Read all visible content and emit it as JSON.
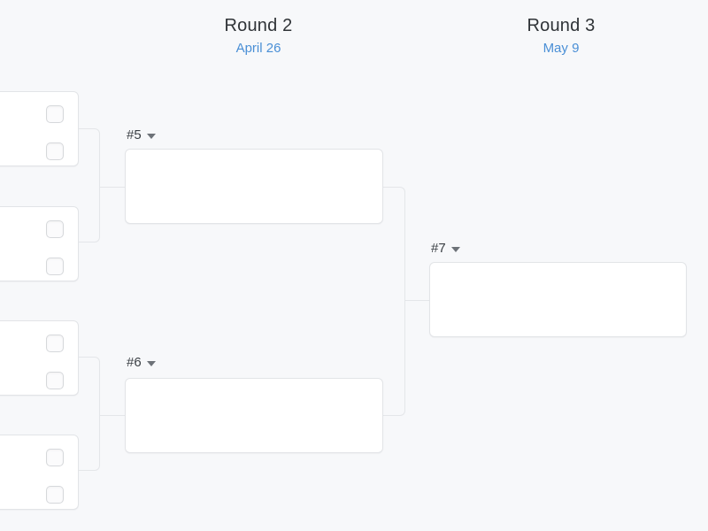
{
  "background_color": "#f7f8fa",
  "accent_color": "#4a8fd6",
  "box_border_color": "#e2e4e7",
  "connector_color": "#e4e6e9",
  "rounds": [
    {
      "id": "round2",
      "title": "Round 2",
      "date": "April 26"
    },
    {
      "id": "round3",
      "title": "Round 3",
      "date": "May 9"
    }
  ],
  "matches": {
    "round1": [
      {
        "id": "r1-1",
        "slots": [
          "",
          ""
        ]
      },
      {
        "id": "r1-2",
        "slots": [
          "",
          ""
        ]
      },
      {
        "id": "r1-3",
        "slots": [
          "",
          ""
        ]
      },
      {
        "id": "r1-4",
        "slots": [
          "",
          ""
        ]
      }
    ],
    "round2": [
      {
        "id": "r2-1",
        "label": "#5",
        "caret": "chevron-down-icon"
      },
      {
        "id": "r2-2",
        "label": "#6",
        "caret": "chevron-down-icon"
      }
    ],
    "round3": [
      {
        "id": "r3-1",
        "label": "#7",
        "caret": "chevron-down-icon"
      }
    ]
  }
}
